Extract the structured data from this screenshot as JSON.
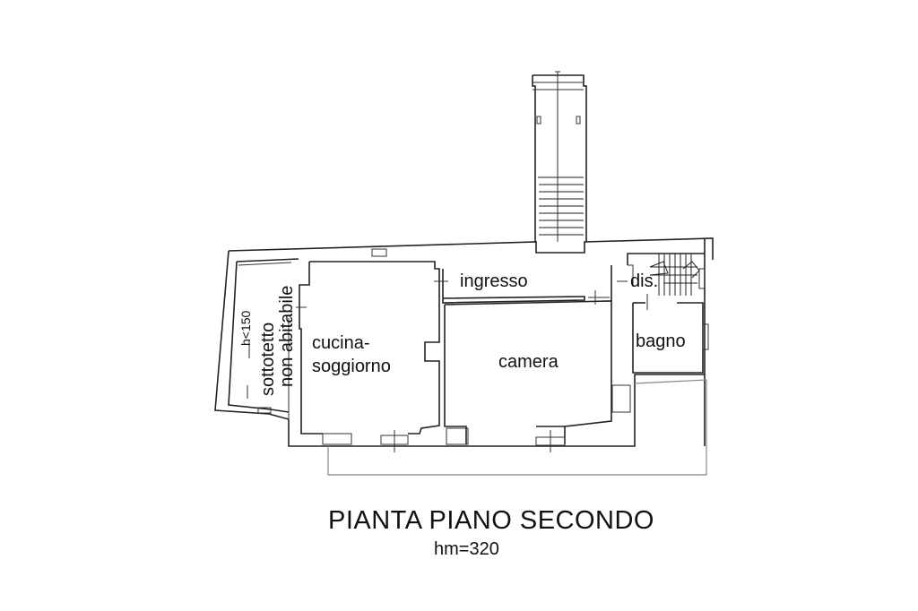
{
  "plan": {
    "title": "PIANTA PIANO SECONDO",
    "subtitle": "hm=320",
    "rooms": {
      "attic": {
        "name": "sottotetto",
        "note": "non abitabile",
        "height_note": "h<150"
      },
      "kitchen_living": {
        "line1": "cucina-",
        "line2": "soggiorno"
      },
      "entrance": {
        "name": "ingresso"
      },
      "bedroom": {
        "name": "camera"
      },
      "landing": {
        "name": "dis."
      },
      "bathroom": {
        "name": "bagno"
      }
    },
    "colors": {
      "line": "#222222",
      "background": "#ffffff"
    }
  }
}
